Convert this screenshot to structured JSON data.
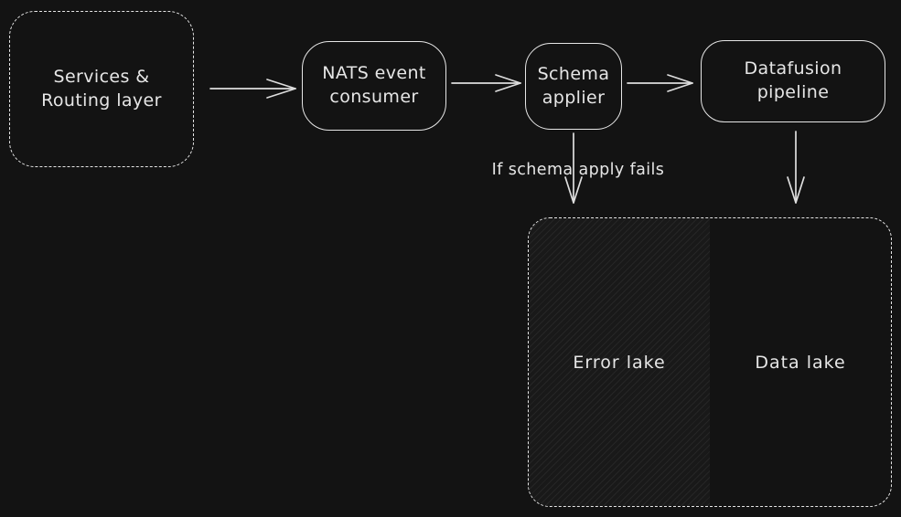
{
  "colors": {
    "background": "#131313",
    "stroke": "#e6e6e6",
    "hatch_fill": "#191919",
    "hatch_line": "#272727"
  },
  "nodes": {
    "services_routing": {
      "label": "Services & Routing layer"
    },
    "nats_consumer": {
      "label": "NATS event consumer"
    },
    "schema_applier": {
      "label": "Schema applier"
    },
    "datafusion_pipeline": {
      "label": "Datafusion pipeline"
    }
  },
  "lakes": {
    "error_lake": {
      "label": "Error lake"
    },
    "data_lake": {
      "label": "Data lake"
    }
  },
  "annotations": {
    "schema_fail": {
      "label": "If schema apply fails"
    }
  }
}
